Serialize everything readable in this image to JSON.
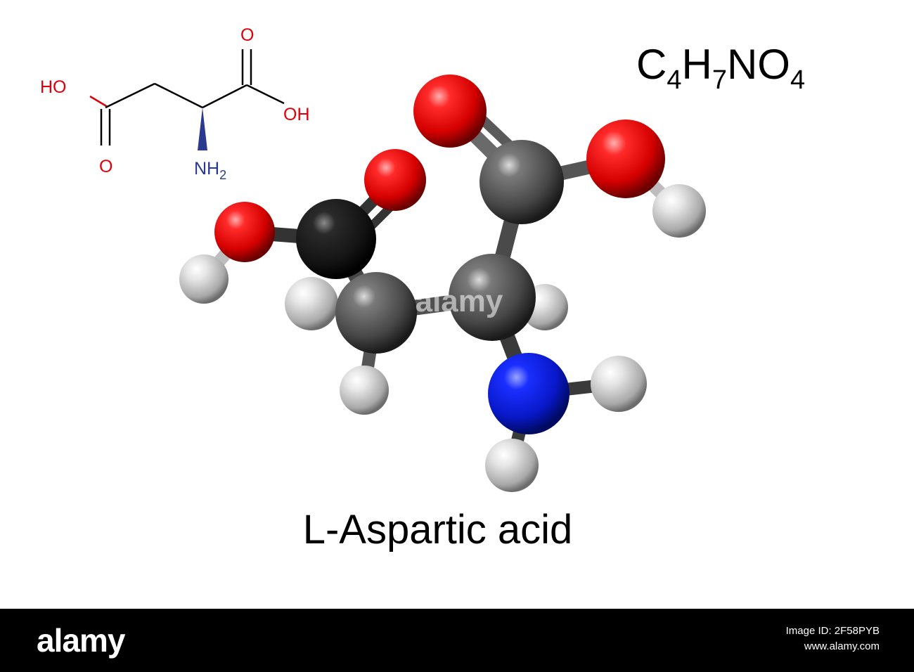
{
  "skeletal": {
    "label_left_oh": "HO",
    "label_top_o": "O",
    "label_right_oh": "OH",
    "label_bottom_o": "O",
    "label_nh": "NH",
    "label_nh_sub": "2"
  },
  "formula": {
    "el1": "C",
    "sub1": "4",
    "el2": "H",
    "sub2": "7",
    "el3": "NO",
    "sub3": "4"
  },
  "molecule_name": "L-Aspartic acid",
  "watermark": "alamy",
  "footer": {
    "logo": "alamy",
    "image_id": "Image ID: 2F58PYB",
    "site": "www.alamy.com"
  },
  "colors": {
    "oxygen": "#e8000a",
    "nitrogen": "#1428c8",
    "carbon": "#4a4a4a",
    "hydrogen": "#d9d9d9",
    "label_red": "#e0000a",
    "label_blue": "#2b3a8f"
  }
}
